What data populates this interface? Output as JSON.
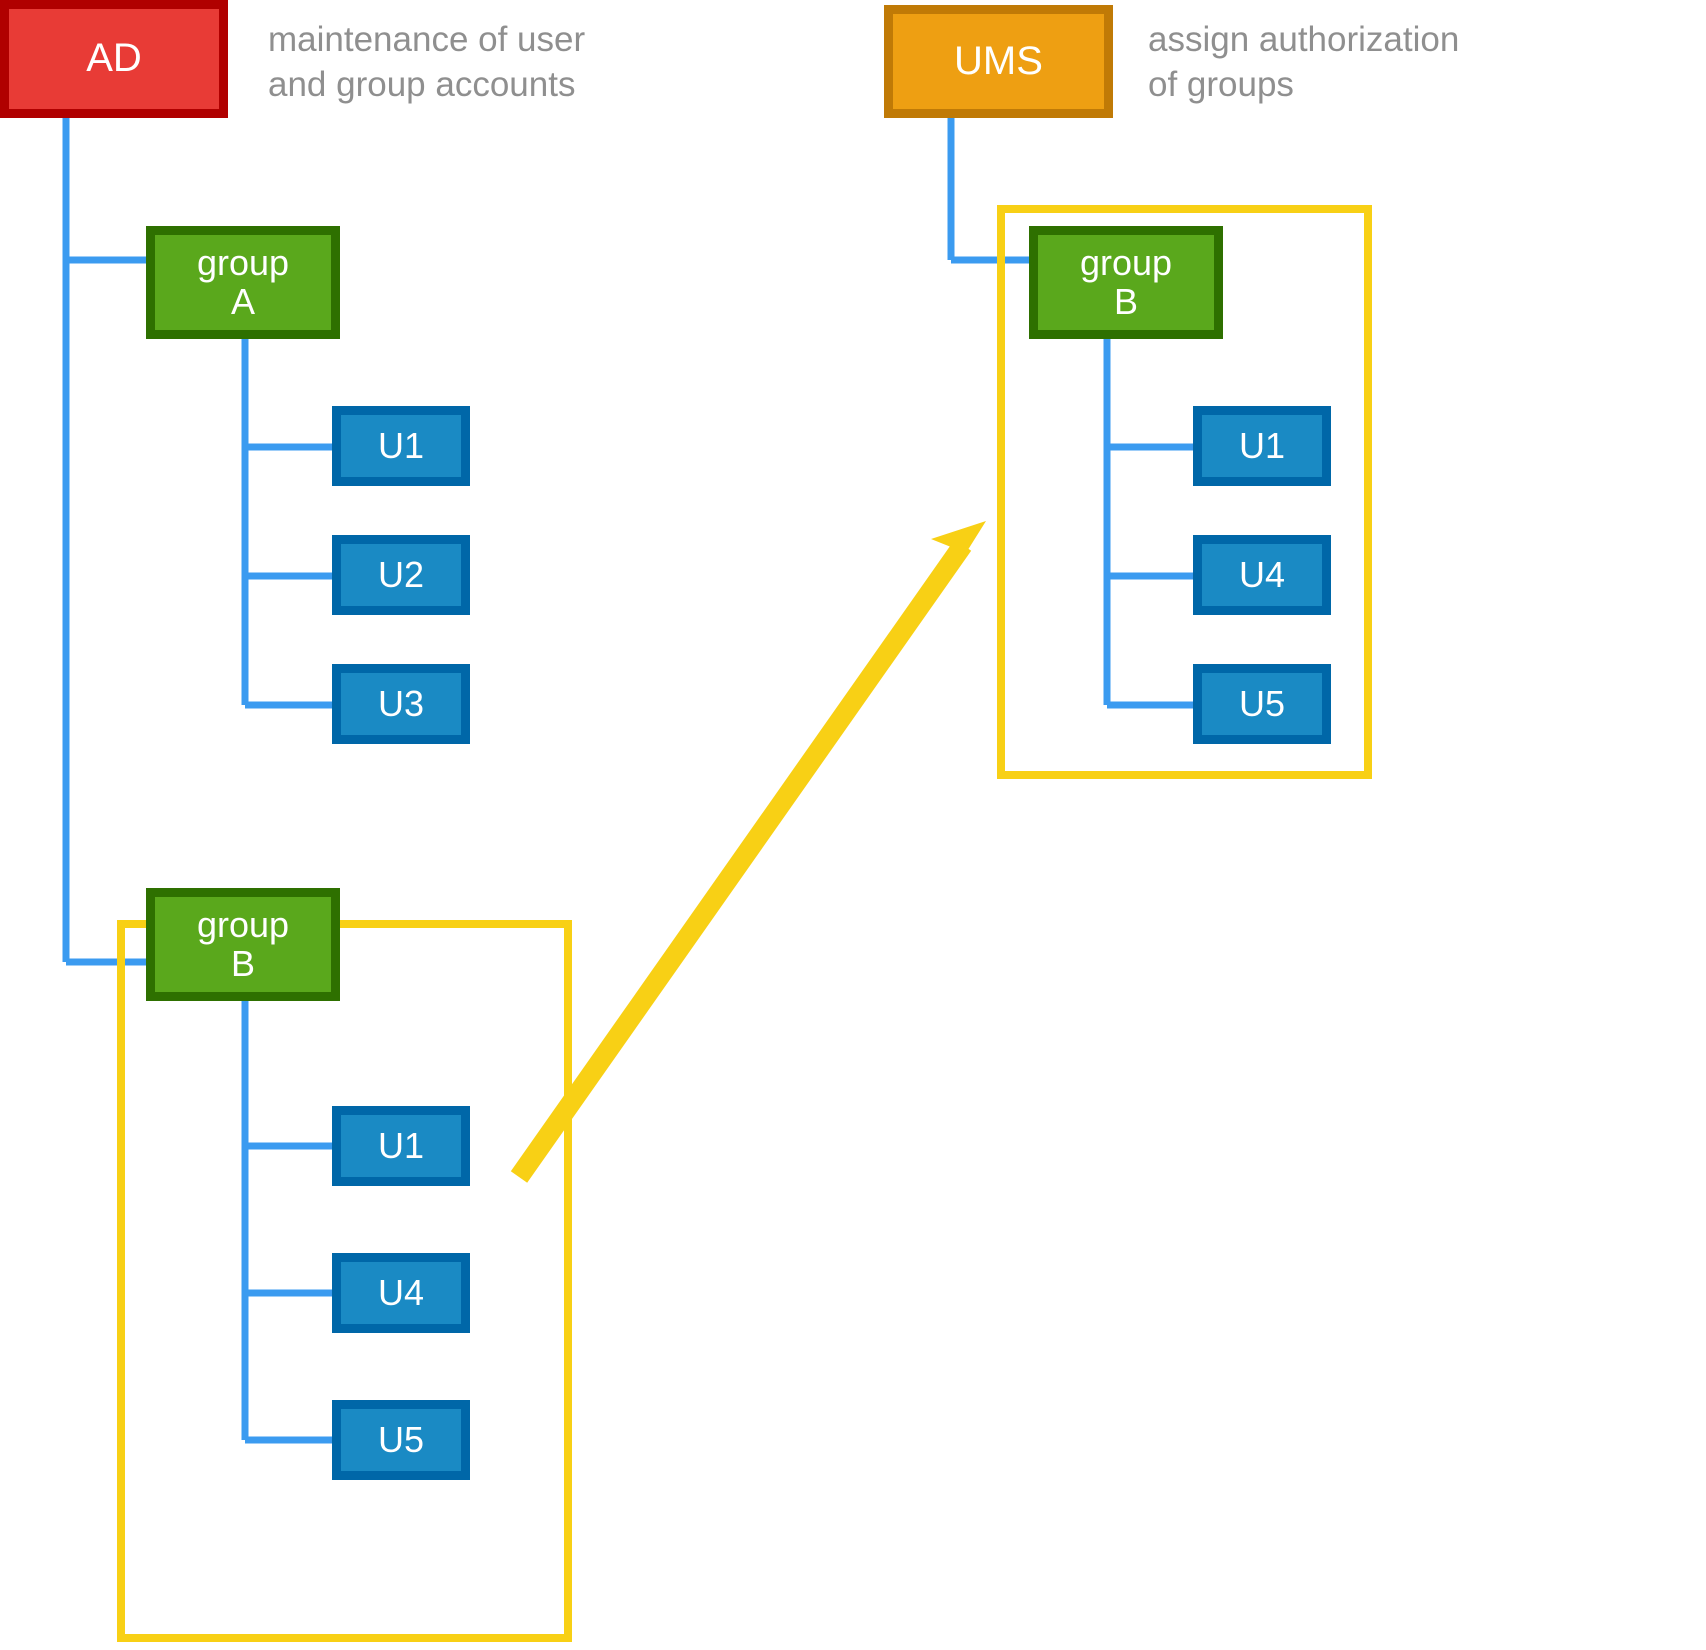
{
  "diagram": {
    "title": "AD and UMS group authorization diagram",
    "colors": {
      "ad_fill": "#e83b36",
      "ad_border": "#b00000",
      "ums_fill": "#ee9f12",
      "ums_border": "#c07a06",
      "group_fill": "#5aa81c",
      "group_border": "#2e7000",
      "user_fill": "#1a8ac4",
      "user_border": "#0067a8",
      "connector_blue": "#3b9bf0",
      "highlight_yellow": "#f8d015",
      "caption_gray": "#8f8f8f",
      "background": "#ffffff"
    },
    "systems": [
      {
        "id": "ad",
        "label": "AD",
        "caption": "maintenance of user\nand group accounts"
      },
      {
        "id": "ums",
        "label": "UMS",
        "caption": "assign authorization\nof groups"
      }
    ],
    "left_tree": {
      "root": "AD",
      "groups": [
        {
          "label": "group\nA",
          "users": [
            "U1",
            "U2",
            "U3"
          ],
          "highlighted": false
        },
        {
          "label": "group\nB",
          "users": [
            "U1",
            "U4",
            "U5"
          ],
          "highlighted": true
        }
      ]
    },
    "right_tree": {
      "root": "UMS",
      "groups": [
        {
          "label": "group\nB",
          "users": [
            "U1",
            "U4",
            "U5"
          ],
          "highlighted": true
        }
      ]
    },
    "arrow": {
      "name": "group-b-sync-arrow",
      "from": "left group B highlight box",
      "to": "right group B highlight box",
      "color": "#f8d015"
    }
  }
}
